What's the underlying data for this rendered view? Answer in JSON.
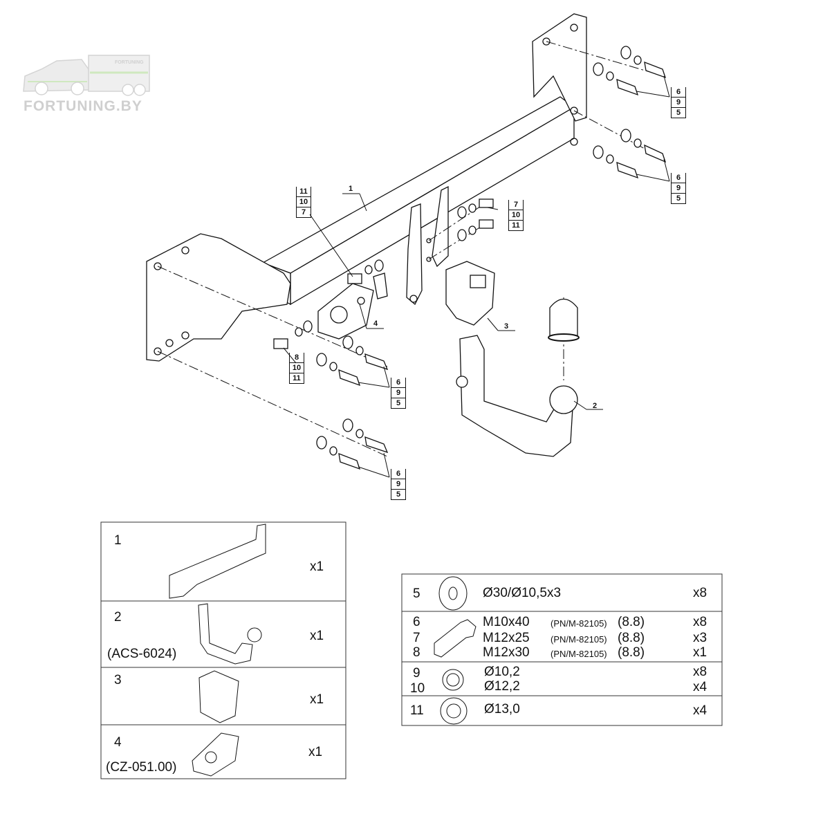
{
  "logo": {
    "brand": "FORTUNING.BY",
    "trailer_text": "FORTUNING"
  },
  "callouts": {
    "part1": "1",
    "part2": "2",
    "part3": "3",
    "part4": "4",
    "stack_top_left": [
      "11",
      "10",
      "7"
    ],
    "stack_top_right": [
      "7",
      "10",
      "11"
    ],
    "stack_mid_left": [
      "8",
      "10",
      "11"
    ],
    "stack_frame_upper": [
      "6",
      "9",
      "5"
    ],
    "stack_frame_lower": [
      "6",
      "9",
      "5"
    ],
    "stack_bracket_upper": [
      "6",
      "9",
      "5"
    ],
    "stack_bracket_lower": [
      "6",
      "9",
      "5"
    ]
  },
  "parts_table": [
    {
      "num": "1",
      "code": "",
      "qty": "x1"
    },
    {
      "num": "2",
      "code": "(ACS-6024)",
      "qty": "x1"
    },
    {
      "num": "3",
      "code": "",
      "qty": "x1"
    },
    {
      "num": "4",
      "code": "(CZ-051.00)",
      "qty": "x1"
    }
  ],
  "hardware_table": [
    {
      "nums": [
        "5"
      ],
      "specs": [
        "Ø30/Ø10,5x3"
      ],
      "std": [
        ""
      ],
      "grade": [
        ""
      ],
      "qty": [
        "x8"
      ]
    },
    {
      "nums": [
        "6",
        "7",
        "8"
      ],
      "specs": [
        "M10x40",
        "M12x25",
        "M12x30"
      ],
      "std": [
        "(PN/M-82105)",
        "(PN/M-82105)",
        "(PN/M-82105)"
      ],
      "grade": [
        "(8.8)",
        "(8.8)",
        "(8.8)"
      ],
      "qty": [
        "x8",
        "x3",
        "x1"
      ]
    },
    {
      "nums": [
        "9",
        "10"
      ],
      "specs": [
        "Ø10,2",
        "Ø12,2"
      ],
      "std": [
        "",
        ""
      ],
      "grade": [
        "",
        ""
      ],
      "qty": [
        "x8",
        "x4"
      ]
    },
    {
      "nums": [
        "11"
      ],
      "specs": [
        "Ø13,0"
      ],
      "std": [
        ""
      ],
      "grade": [
        ""
      ],
      "qty": [
        "x4"
      ]
    }
  ]
}
